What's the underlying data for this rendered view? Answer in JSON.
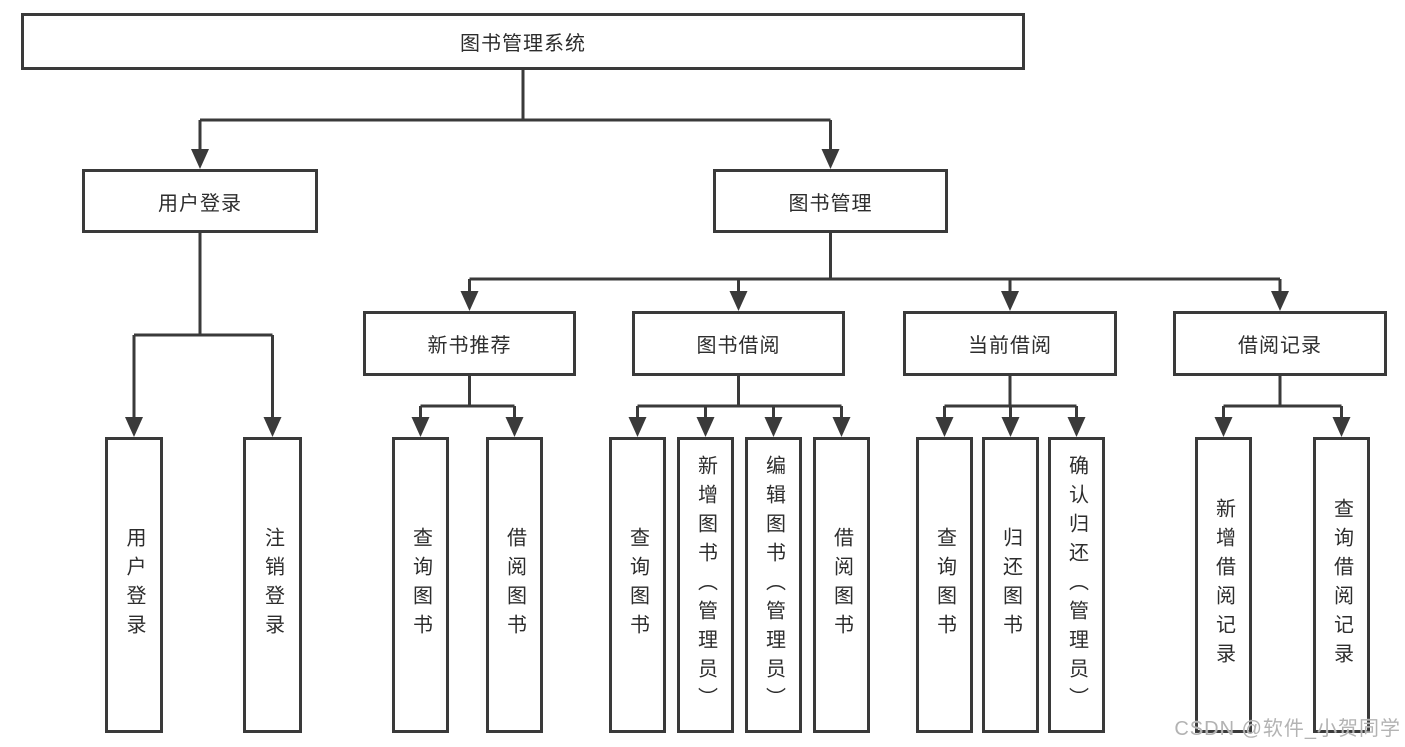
{
  "diagram": {
    "title": "图书管理系统",
    "type": "hierarchy-tree",
    "colors": {
      "line": "#3a3a3a",
      "box_border": "#3a3a3a",
      "box_bg": "#ffffff",
      "text": "#2d2d2d",
      "watermark": "#b3b3b3",
      "background": "#ffffff"
    },
    "nodes": [
      {
        "id": "root",
        "label": "图书管理系统",
        "parent": null
      },
      {
        "id": "user-login",
        "label": "用户登录",
        "parent": "root"
      },
      {
        "id": "book-mgmt",
        "label": "图书管理",
        "parent": "root"
      },
      {
        "id": "login",
        "label": "用户登录",
        "parent": "user-login"
      },
      {
        "id": "logout",
        "label": "注销登录",
        "parent": "user-login"
      },
      {
        "id": "new-book-rec",
        "label": "新书推荐",
        "parent": "book-mgmt"
      },
      {
        "id": "book-borrow",
        "label": "图书借阅",
        "parent": "book-mgmt"
      },
      {
        "id": "current-borrow",
        "label": "当前借阅",
        "parent": "book-mgmt"
      },
      {
        "id": "borrow-records",
        "label": "借阅记录",
        "parent": "book-mgmt"
      },
      {
        "id": "rec-query",
        "label": "查询图书",
        "parent": "new-book-rec"
      },
      {
        "id": "rec-borrow",
        "label": "借阅图书",
        "parent": "new-book-rec"
      },
      {
        "id": "bb-query",
        "label": "查询图书",
        "parent": "book-borrow"
      },
      {
        "id": "bb-add",
        "label": "新增图书（管理员）",
        "parent": "book-borrow"
      },
      {
        "id": "bb-edit",
        "label": "编辑图书（管理员）",
        "parent": "book-borrow"
      },
      {
        "id": "bb-borrow",
        "label": "借阅图书",
        "parent": "book-borrow"
      },
      {
        "id": "cb-query",
        "label": "查询图书",
        "parent": "current-borrow"
      },
      {
        "id": "cb-return",
        "label": "归还图书",
        "parent": "current-borrow"
      },
      {
        "id": "cb-confirm",
        "label": "确认归还（管理员）",
        "parent": "current-borrow"
      },
      {
        "id": "br-add",
        "label": "新增借阅记录",
        "parent": "borrow-records"
      },
      {
        "id": "br-query",
        "label": "查询借阅记录",
        "parent": "borrow-records"
      }
    ]
  },
  "watermark": {
    "text": "CSDN @软件_小贺同学"
  }
}
